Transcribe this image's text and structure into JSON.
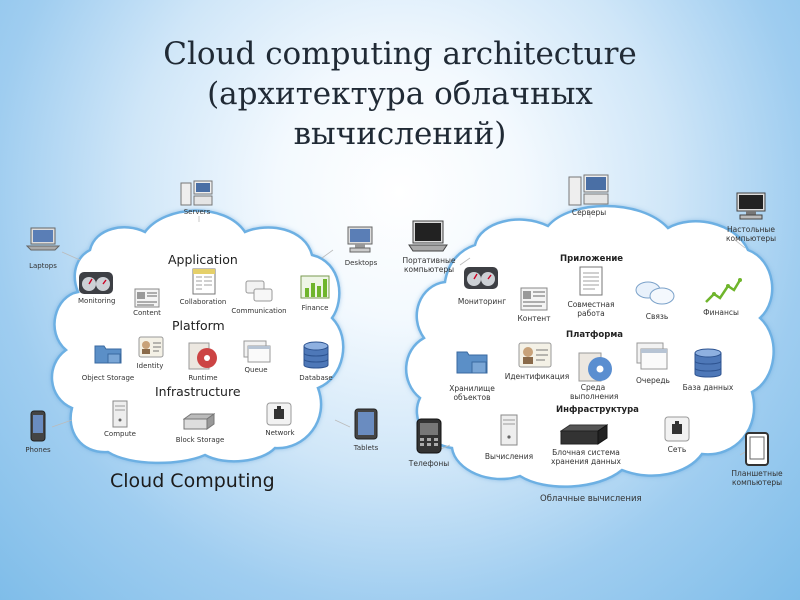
{
  "title": {
    "line1": "Cloud computing architecture",
    "line2": "(архитектура облачных",
    "line3": "вычислений)"
  },
  "left": {
    "sections": {
      "application": "Application",
      "platform": "Platform",
      "infrastructure": "Infrastructure"
    },
    "caption": "Cloud Computing",
    "items": {
      "monitoring": "Monitoring",
      "content": "Content",
      "collaboration": "Collaboration",
      "communication": "Communication",
      "finance": "Finance",
      "object_storage": "Object Storage",
      "identity": "Identity",
      "runtime": "Runtime",
      "queue": "Queue",
      "database": "Database",
      "compute": "Compute",
      "block_storage": "Block Storage",
      "network": "Network"
    },
    "outside": {
      "servers": "Servers",
      "laptops": "Laptops",
      "desktops": "Desktops",
      "phones": "Phones",
      "tablets": "Tablets"
    }
  },
  "right": {
    "sections": {
      "application": "Приложение",
      "platform": "Платформа",
      "infrastructure": "Инфраструктура"
    },
    "caption": "Облачные вычисления",
    "items": {
      "monitoring": "Мониторинг",
      "content": "Контент",
      "collab1": "Совместная",
      "collab2": "работа",
      "communication": "Связь",
      "finance": "Финансы",
      "object1": "Хранилище",
      "object2": "объектов",
      "identity": "Идентификация",
      "runtime1": "Среда",
      "runtime2": "выполнения",
      "queue": "Очередь",
      "database": "База данных",
      "compute": "Вычисления",
      "block1": "Блочная система",
      "block2": "хранения данных",
      "network": "Сеть"
    },
    "outside": {
      "servers": "Серверы",
      "desktops1": "Настольные",
      "desktops2": "компьютеры",
      "laptops1": "Портативные",
      "laptops2": "компьютеры",
      "phones": "Телефоны",
      "tablets1": "Планшетные",
      "tablets2": "компьютеры"
    }
  }
}
